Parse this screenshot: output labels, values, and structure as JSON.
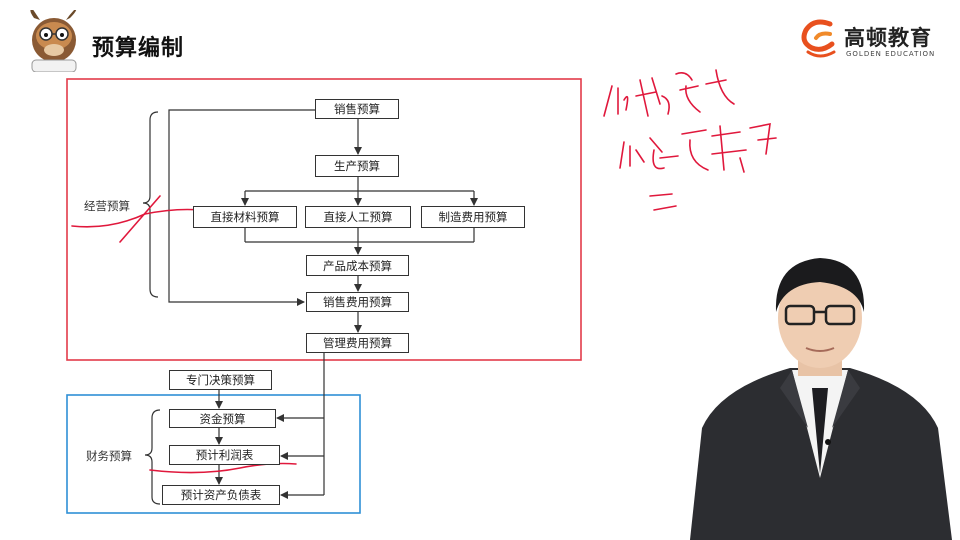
{
  "header": {
    "title": "预算编制",
    "brand_name": "高顿教育",
    "brand_sub": "GOLDEN EDUCATION",
    "brand_color": "#e8501e",
    "frame_red": "#e23b4a",
    "frame_blue": "#2f8fd6"
  },
  "diagram": {
    "operating_group_label": "经营预算",
    "financial_group_label": "财务预算",
    "nodes": {
      "sales": "销售预算",
      "production": "生产预算",
      "direct_material": "直接材料预算",
      "direct_labor": "直接人工预算",
      "manufacturing_overhead": "制造费用预算",
      "product_cost": "产品成本预算",
      "selling_expense": "销售费用预算",
      "admin_expense": "管理费用预算",
      "special_decision": "专门决策预算",
      "cash": "资金预算",
      "income_statement": "预计利润表",
      "balance_sheet": "预计资产负债表"
    }
  }
}
